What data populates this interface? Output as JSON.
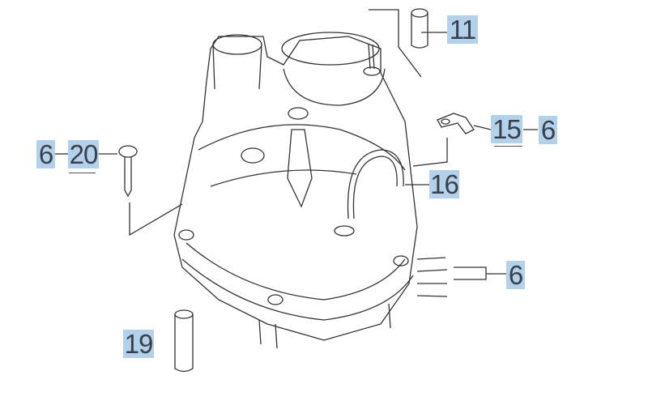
{
  "callouts": {
    "part_11": "11",
    "part_15": "15",
    "part_15_qty": "6",
    "part_20_qty": "6",
    "part_20": "20",
    "part_16": "16",
    "part_terminals_qty": "6",
    "part_19": "19"
  },
  "colors": {
    "label_bg": "#b3d1ea",
    "label_text": "#39404a",
    "line": "#333333"
  }
}
